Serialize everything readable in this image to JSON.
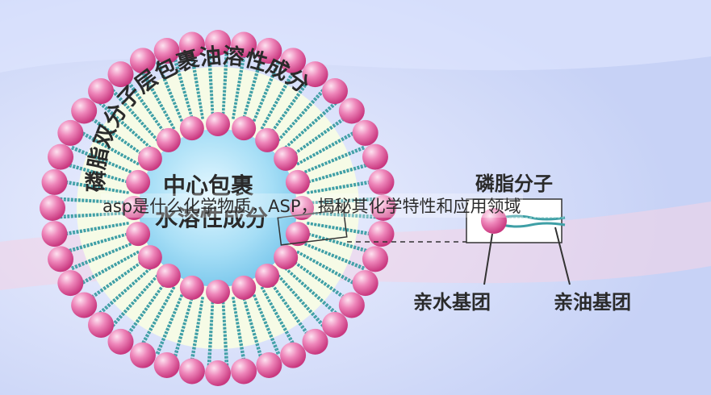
{
  "overlay_title": "asp是什么化学物质，ASP，揭秘其化学特性和应用领域",
  "liposome": {
    "outer_label": "磷脂双分子层包裹油溶性成分",
    "core_line1": "中心包裹",
    "core_line2": "水溶性成分"
  },
  "molecule": {
    "title": "磷脂分子",
    "hydrophilic_label": "亲水基团",
    "lipophilic_label": "亲油基团"
  },
  "colors": {
    "head": "#e36aa6",
    "head_highlight": "#fbd6ea",
    "tail": "#3f9fa6",
    "background": "#c9d4f6",
    "core": "#8fd4f3"
  }
}
